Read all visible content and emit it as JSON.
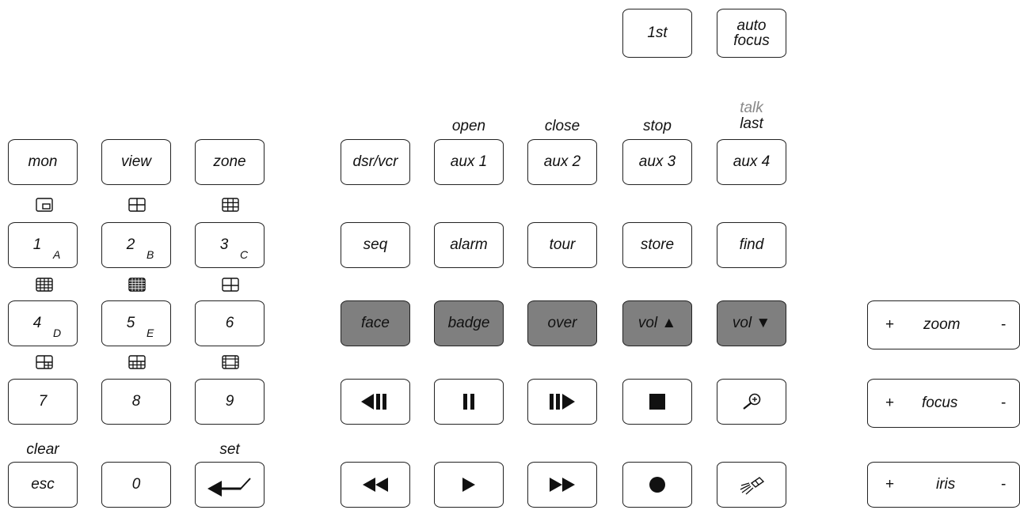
{
  "top_keys": {
    "first": "1st",
    "autofocus_line1": "auto",
    "autofocus_line2": "focus"
  },
  "top_labels": {
    "open": "open",
    "close": "close",
    "stop": "stop",
    "talk": "talk",
    "last": "last",
    "clear": "clear",
    "set": "set"
  },
  "numpad": {
    "mon": "mon",
    "view": "view",
    "zone": "zone",
    "k1": "1",
    "k1_sub": "A",
    "k2": "2",
    "k2_sub": "B",
    "k3": "3",
    "k3_sub": "C",
    "k4": "4",
    "k4_sub": "D",
    "k5": "5",
    "k5_sub": "E",
    "k6": "6",
    "k7": "7",
    "k8": "8",
    "k9": "9",
    "esc": "esc",
    "k0": "0"
  },
  "function_keys": {
    "dsrvcr": "dsr/vcr",
    "aux1": "aux 1",
    "aux2": "aux 2",
    "aux3": "aux 3",
    "aux4": "aux 4",
    "seq": "seq",
    "alarm": "alarm",
    "tour": "tour",
    "store": "store",
    "find": "find"
  },
  "dark_keys": {
    "face": "face",
    "badge": "badge",
    "over": "over",
    "vol_up": "vol ▲",
    "vol_down": "vol ▼",
    "color": "#7f7f7f"
  },
  "transport_icons": {
    "row1": [
      "step-back-icon",
      "pause-icon",
      "step-forward-icon",
      "stop-icon",
      "zoom-in-magnifier-icon"
    ],
    "row2": [
      "rewind-icon",
      "play-icon",
      "fast-forward-icon",
      "record-icon",
      "flashlight-icon"
    ]
  },
  "lens_controls": {
    "zoom": {
      "plus": "+",
      "label": "zoom",
      "minus": "-"
    },
    "focus": {
      "plus": "+",
      "label": "focus",
      "minus": "-"
    },
    "iris": {
      "plus": "+",
      "label": "iris",
      "minus": "-"
    }
  }
}
